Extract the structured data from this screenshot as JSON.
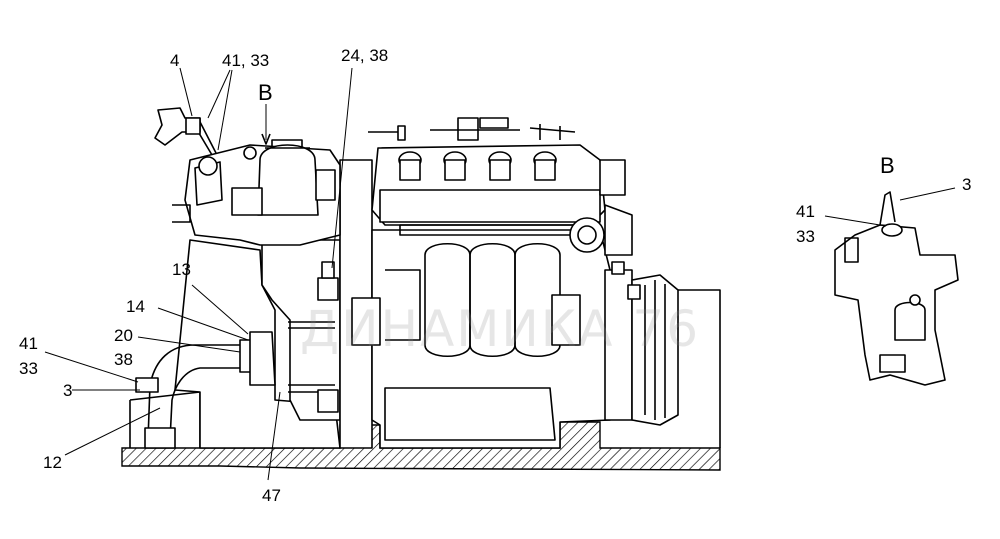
{
  "labels": {
    "l4": "4",
    "l41_33_top": "41, 33",
    "viewB_main": "В",
    "l24_38": "24, 38",
    "l13": "13",
    "l14": "14",
    "l20": "20",
    "l38": "38",
    "l41_left": "41",
    "l33_left": "33",
    "l3_left": "3",
    "l12": "12",
    "l47": "47",
    "viewB_side": "В",
    "l3_right": "3",
    "l41_right": "41",
    "l33_right": "33"
  },
  "watermark": "ДИНАМИКА 76",
  "colors": {
    "ink": "#000000",
    "background": "#ffffff"
  }
}
